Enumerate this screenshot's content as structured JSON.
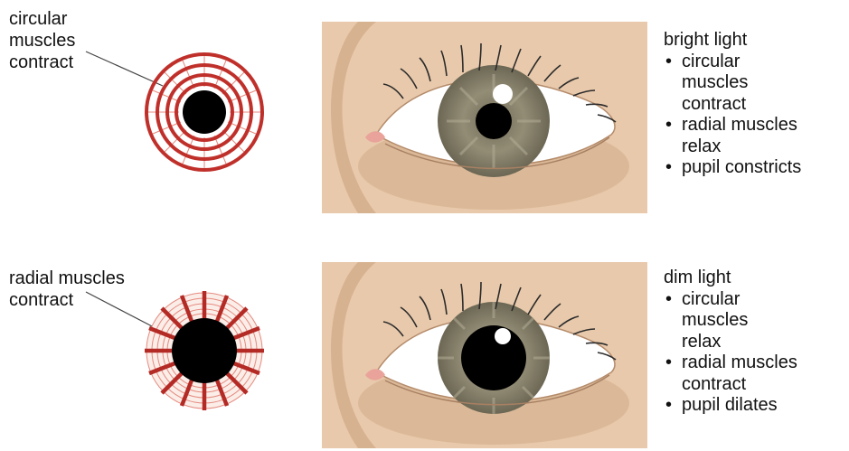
{
  "top": {
    "muscle_label": [
      "circular",
      "muscles",
      "contract"
    ],
    "heading": "bright light",
    "bullets": [
      [
        "circular",
        "muscles",
        "contract"
      ],
      [
        "radial muscles",
        "relax"
      ],
      [
        "pupil constricts"
      ]
    ],
    "pupil_size": "constricted"
  },
  "bottom": {
    "muscle_label": [
      "radial muscles",
      "contract"
    ],
    "heading": "dim light",
    "bullets": [
      [
        "circular",
        "muscles",
        "relax"
      ],
      [
        "radial muscles",
        "contract"
      ],
      [
        "pupil dilates"
      ]
    ],
    "pupil_size": "dilated"
  },
  "colors": {
    "muscle": "#c0302b",
    "muscle_light": "#f6ddd6",
    "skin": "#e8c9ab",
    "skin_shadow": "#cfa886",
    "iris": "#8e8871",
    "pupil": "#000000",
    "sclera": "#ffffff"
  }
}
